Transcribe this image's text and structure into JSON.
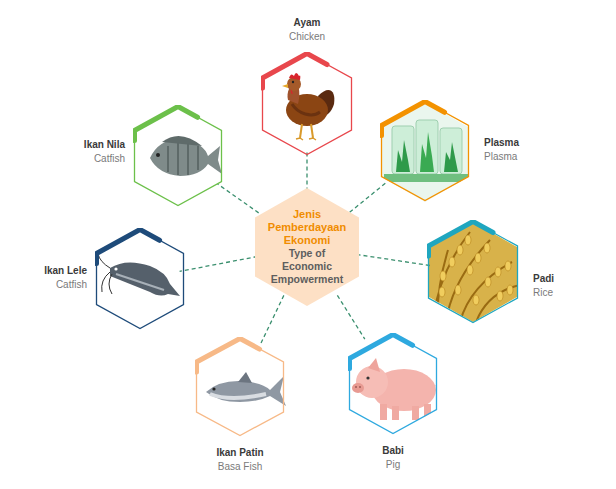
{
  "diagram": {
    "nodes": [
      {
        "text": [
          "Jenis Pemberdayaan Ekonomi",
          "Type of Economic Empowerment"
        ]
      },
      {
        "text": [
          "Ayam",
          "Chicken"
        ]
      },
      {
        "text": [
          "Plasma",
          "Plasma"
        ]
      },
      {
        "text": [
          "Padi",
          "Rice"
        ]
      },
      {
        "text": [
          "Babi",
          "Pig"
        ]
      },
      {
        "text": [
          "Ikan Patin",
          "Basa Fish"
        ]
      },
      {
        "text": [
          "Ikan Lele",
          "Catfish"
        ]
      },
      {
        "text": [
          "Ikan Nila",
          "Catfish"
        ]
      }
    ],
    "edges": [
      {
        "from": 0,
        "to": 1,
        "arrow": "none"
      },
      {
        "from": 0,
        "to": 2,
        "arrow": "none"
      },
      {
        "from": 0,
        "to": 3,
        "arrow": "none"
      },
      {
        "from": 0,
        "to": 4,
        "arrow": "none"
      },
      {
        "from": 0,
        "to": 5,
        "arrow": "none"
      },
      {
        "from": 0,
        "to": 6,
        "arrow": "none"
      },
      {
        "from": 0,
        "to": 7,
        "arrow": "none"
      }
    ]
  }
}
